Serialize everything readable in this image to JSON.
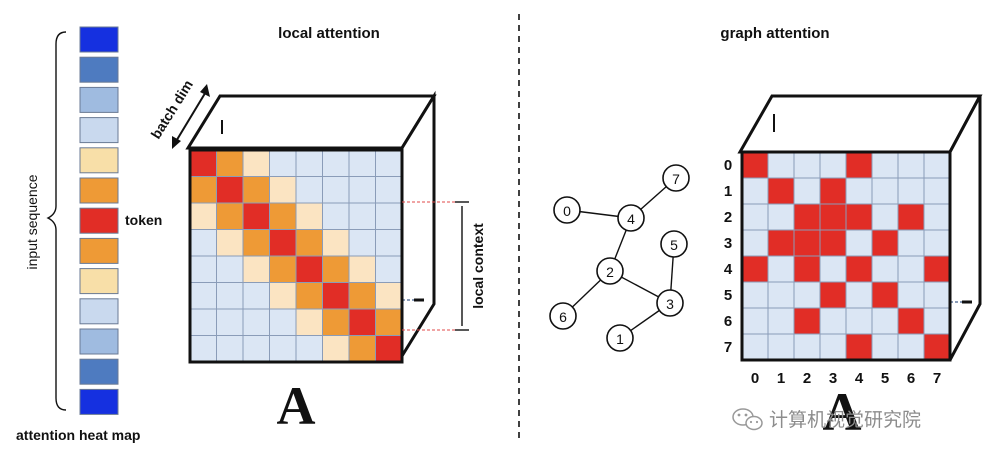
{
  "colors": {
    "grid_bg": "#dbe6f4",
    "grid_line": "#8a9cb8",
    "red": "#e12d26",
    "orange": "#ee9a36",
    "light": "#fbe4c2",
    "cube_line": "#111111"
  },
  "left": {
    "title": "local attention",
    "vertical_label": "input sequence",
    "token_label": "token",
    "heat_map_label": "attention heat map",
    "batch_label": "batch dim",
    "context_label": "local context",
    "matrix_symbol": "A",
    "heatmap_colors": [
      "#1530e0",
      "#4e7bc0",
      "#9fbbe0",
      "#c9d9ee",
      "#f8dfa8",
      "#ee9a36",
      "#e12d26",
      "#ee9a36",
      "#f8dfa8",
      "#c9d9ee",
      "#9fbbe0",
      "#4e7bc0",
      "#1530e0"
    ],
    "matrix_size": 8,
    "band_levels": {
      "0": "red",
      "1": "orange",
      "2": "light"
    }
  },
  "right": {
    "title": "graph attention",
    "matrix_symbol": "A",
    "row_labels": [
      "0",
      "1",
      "2",
      "3",
      "4",
      "5",
      "6",
      "7"
    ],
    "col_labels": [
      "0",
      "1",
      "2",
      "3",
      "4",
      "5",
      "6",
      "7"
    ],
    "adjacency_red_cells": [
      [
        0,
        0
      ],
      [
        0,
        4
      ],
      [
        1,
        1
      ],
      [
        1,
        3
      ],
      [
        2,
        2
      ],
      [
        2,
        3
      ],
      [
        2,
        4
      ],
      [
        2,
        6
      ],
      [
        3,
        1
      ],
      [
        3,
        2
      ],
      [
        3,
        3
      ],
      [
        3,
        5
      ],
      [
        4,
        0
      ],
      [
        4,
        2
      ],
      [
        4,
        4
      ],
      [
        4,
        7
      ],
      [
        5,
        3
      ],
      [
        5,
        5
      ],
      [
        6,
        2
      ],
      [
        6,
        6
      ],
      [
        7,
        4
      ],
      [
        7,
        7
      ]
    ]
  },
  "graph": {
    "nodes": [
      "0",
      "1",
      "2",
      "3",
      "4",
      "5",
      "6",
      "7"
    ],
    "edges": [
      [
        "0",
        "4"
      ],
      [
        "4",
        "7"
      ],
      [
        "4",
        "2"
      ],
      [
        "2",
        "3"
      ],
      [
        "2",
        "6"
      ],
      [
        "3",
        "5"
      ],
      [
        "3",
        "1"
      ]
    ]
  },
  "watermark": "计算机视觉研究院"
}
